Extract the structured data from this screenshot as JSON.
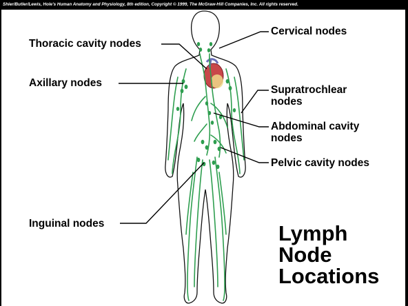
{
  "credit": "Shier/Butler/Lewis, Hole's Human Anatomy and Physiology, 8th edition, Copyright © 1999, The McGraw-Hill Companies, Inc. All rights reserved.",
  "labels": {
    "thoracic": "Thoracic cavity nodes",
    "axillary": "Axillary nodes",
    "inguinal": "Inguinal nodes",
    "cervical": "Cervical nodes",
    "supratrochlear_1": "Supratrochlear",
    "supratrochlear_2": "nodes",
    "abdominal_1": "Abdominal cavity",
    "abdominal_2": "nodes",
    "pelvic": "Pelvic cavity nodes"
  },
  "title": {
    "line1": "Lymph",
    "line2": "Node",
    "line3": "Locations"
  },
  "colors": {
    "background": "#000000",
    "panel": "#ffffff",
    "lymph_vessel": "#2e9e4f",
    "body_outline": "#111111",
    "heart": "#c8474a"
  }
}
